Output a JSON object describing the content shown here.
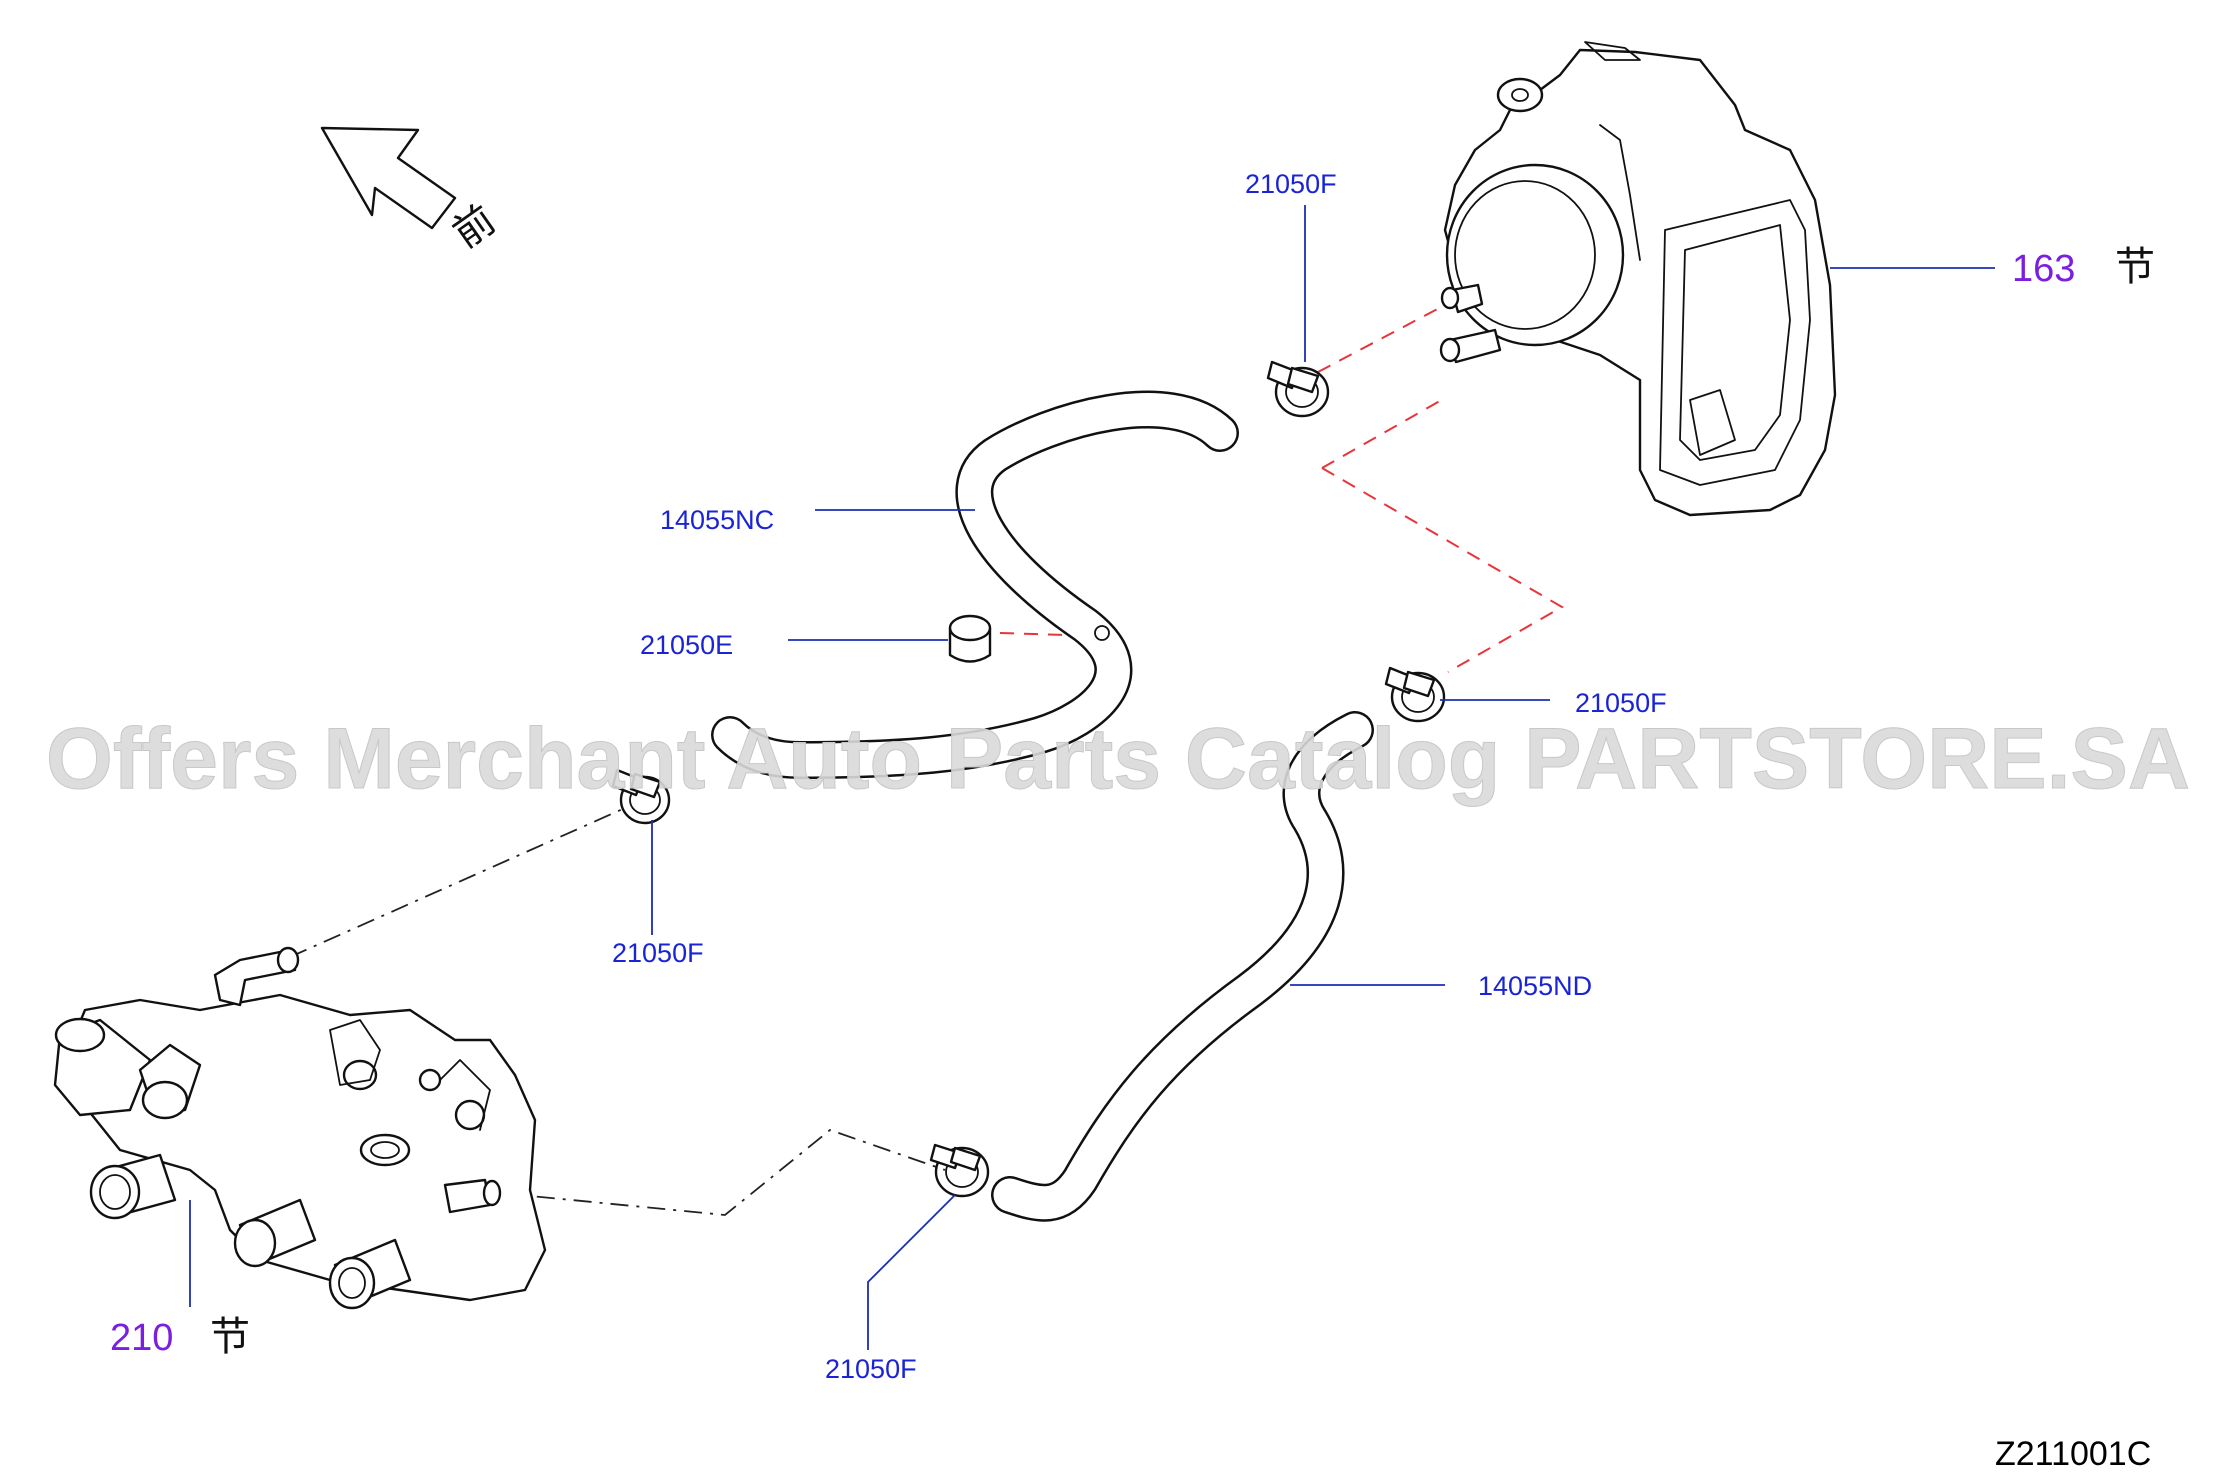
{
  "direction": {
    "label": "前"
  },
  "parts": {
    "hose_nc": "14055NC",
    "hose_nd": "14055ND",
    "clamp_top": "21050F",
    "clamp_right": "21050F",
    "clamp_left": "21050F",
    "clamp_bottom": "21050F",
    "cap": "21050E"
  },
  "refs": {
    "throttle_body": {
      "number": "163",
      "suffix": "节"
    },
    "water_outlet": {
      "number": "210",
      "suffix": "节"
    }
  },
  "watermark": "Offers Merchant Auto Parts Catalog PARTSTORE.SA",
  "figure_code": "Z211001C",
  "colors": {
    "label": "#1a24d6",
    "ref": "#7a1fe0",
    "dash": "#e8343a"
  }
}
